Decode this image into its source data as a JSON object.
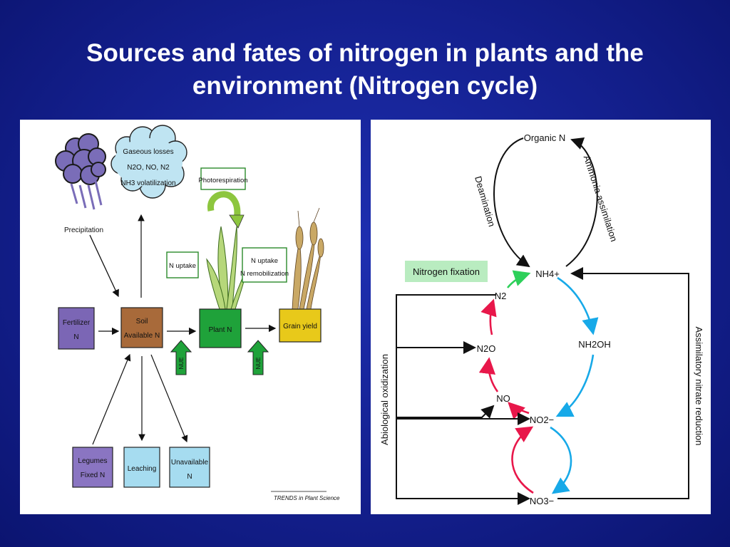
{
  "slide": {
    "title_line1": "Sources and fates of nitrogen in plants and the",
    "title_line2": "environment (Nitrogen cycle)"
  },
  "left_diagram": {
    "gaseous_losses": [
      "Gaseous losses",
      "N2O, NO, N2",
      "NH3 volatilization"
    ],
    "precipitation": "Precipitation",
    "photorespiration": "Photorespiration",
    "n_uptake": "N uptake",
    "n_uptake_remob": [
      "N uptake",
      "N remobilization"
    ],
    "fertilizer": [
      "Fertilizer",
      "N"
    ],
    "soil": [
      "Soil",
      "Available N"
    ],
    "plant": "Plant N",
    "grain": "Grain yield",
    "legumes": [
      "Legumes",
      "Fixed N"
    ],
    "leaching": "Leaching",
    "unavailable": [
      "Unavailable",
      "N"
    ],
    "nue": "NUE",
    "credit": "TRENDS in Plant Science"
  },
  "right_diagram": {
    "organic_n": "Organic N",
    "nh4": "NH4+",
    "n2": "N2",
    "n2o": "N2O",
    "no": "NO",
    "no2": "NO2−",
    "no3": "NO3−",
    "nh2oh": "NH2OH",
    "deamination": "Deamination",
    "ammonia_assimilation": "Ammonia assimilation",
    "nitrogen_fixation": "Nitrogen fixation",
    "abiological_oxidization": "Abiological oxidization",
    "assimilatory_nitrate_reduction": "Assimilatory nitrate reduction"
  }
}
